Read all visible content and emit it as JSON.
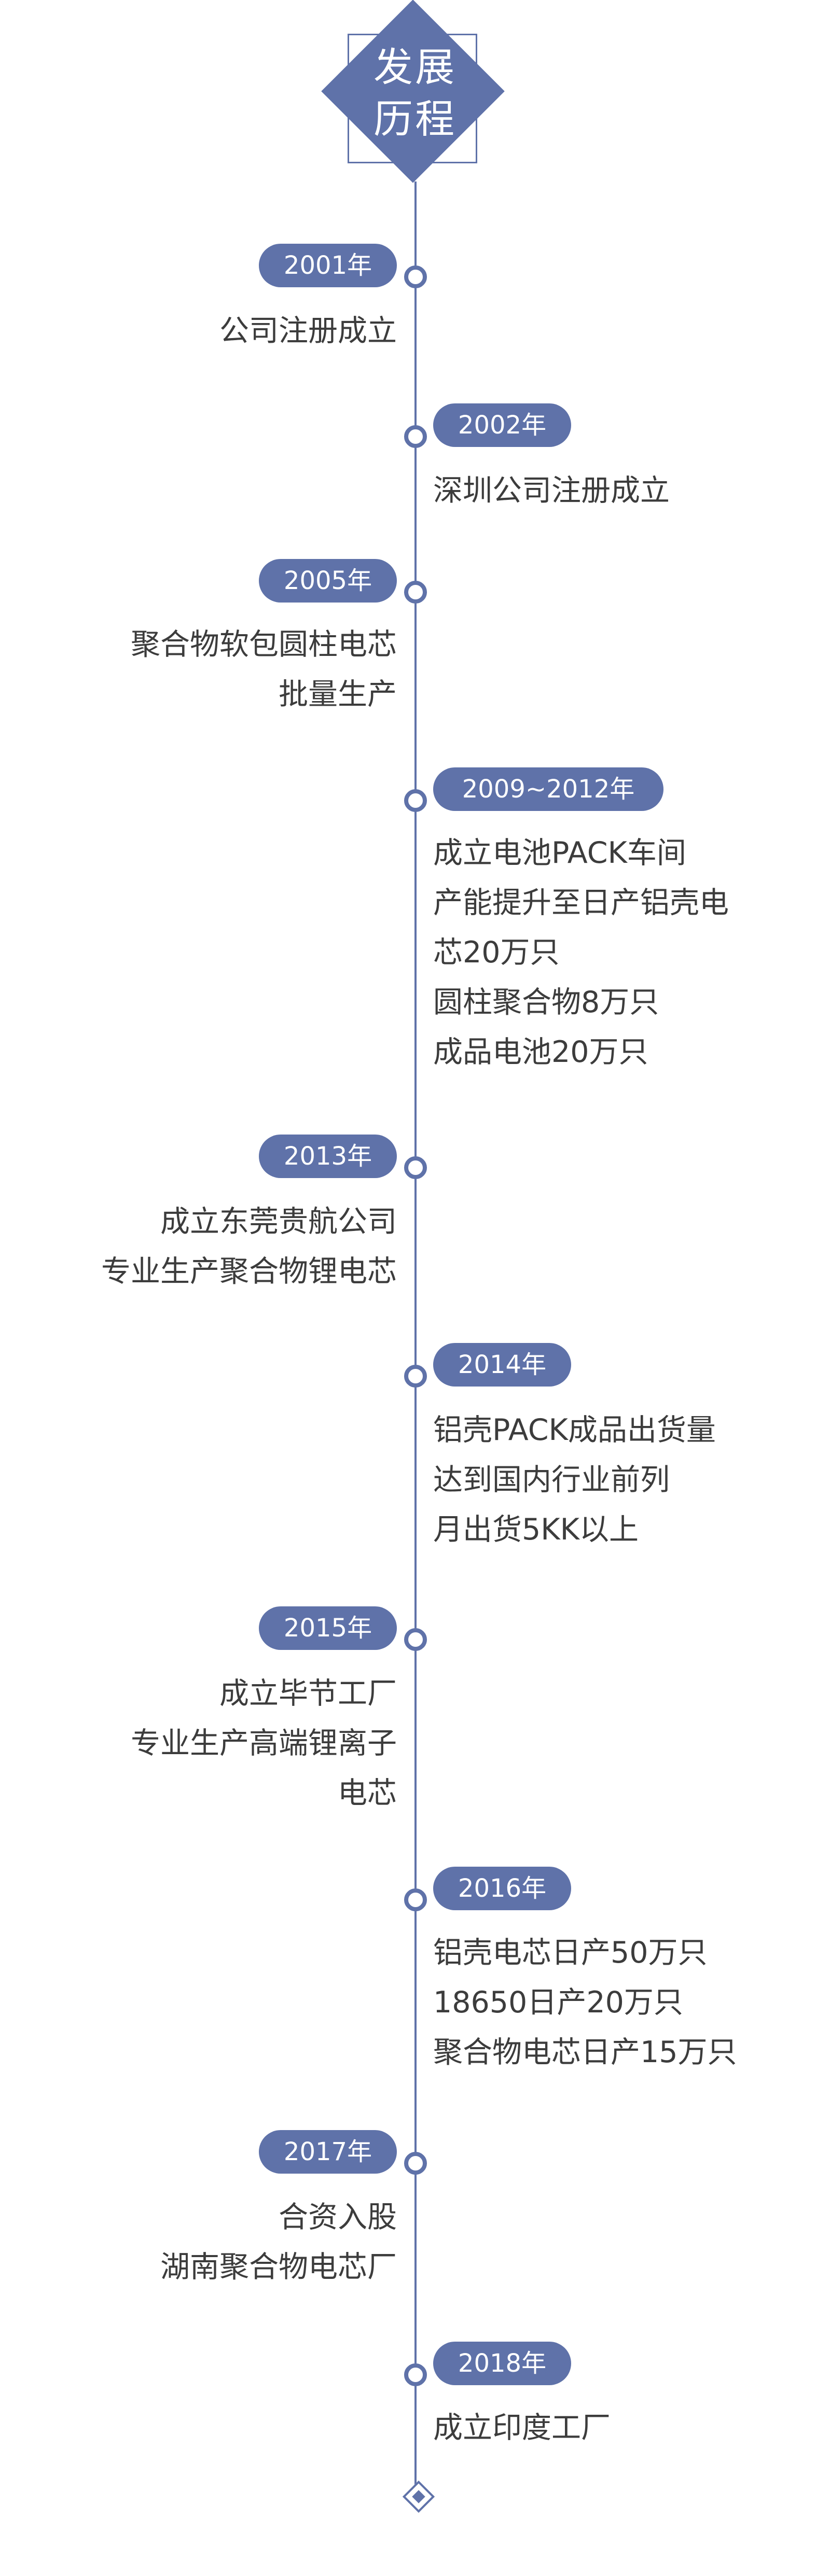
{
  "header": {
    "title_line1": "发展",
    "title_line2": "历程"
  },
  "colors": {
    "accent": "#5f72a9",
    "text": "#3c3c3c",
    "background": "#ffffff"
  },
  "milestones": [
    {
      "year": "2001年",
      "lines": [
        "公司注册成立"
      ]
    },
    {
      "year": "2002年",
      "lines": [
        "深圳公司注册成立"
      ]
    },
    {
      "year": "2005年",
      "lines": [
        "聚合物软包圆柱电芯",
        "批量生产"
      ]
    },
    {
      "year": "2009~2012年",
      "lines": [
        "成立电池PACK车间",
        "产能提升至日产铝壳电",
        "芯20万只",
        "圆柱聚合物8万只",
        "成品电池20万只"
      ]
    },
    {
      "year": "2013年",
      "lines": [
        "成立东莞贵航公司",
        "专业生产聚合物锂电芯"
      ]
    },
    {
      "year": "2014年",
      "lines": [
        "铝壳PACK成品出货量",
        "达到国内行业前列",
        "月出货5KK以上"
      ]
    },
    {
      "year": "2015年",
      "lines": [
        "成立毕节工厂",
        "专业生产高端锂离子",
        "电芯"
      ]
    },
    {
      "year": "2016年",
      "lines": [
        "铝壳电芯日产50万只",
        "18650日产20万只",
        "聚合物电芯日产15万只"
      ]
    },
    {
      "year": "2017年",
      "lines": [
        "合资入股",
        "湖南聚合物电芯厂"
      ]
    },
    {
      "year": "2018年",
      "lines": [
        "成立印度工厂"
      ]
    }
  ]
}
